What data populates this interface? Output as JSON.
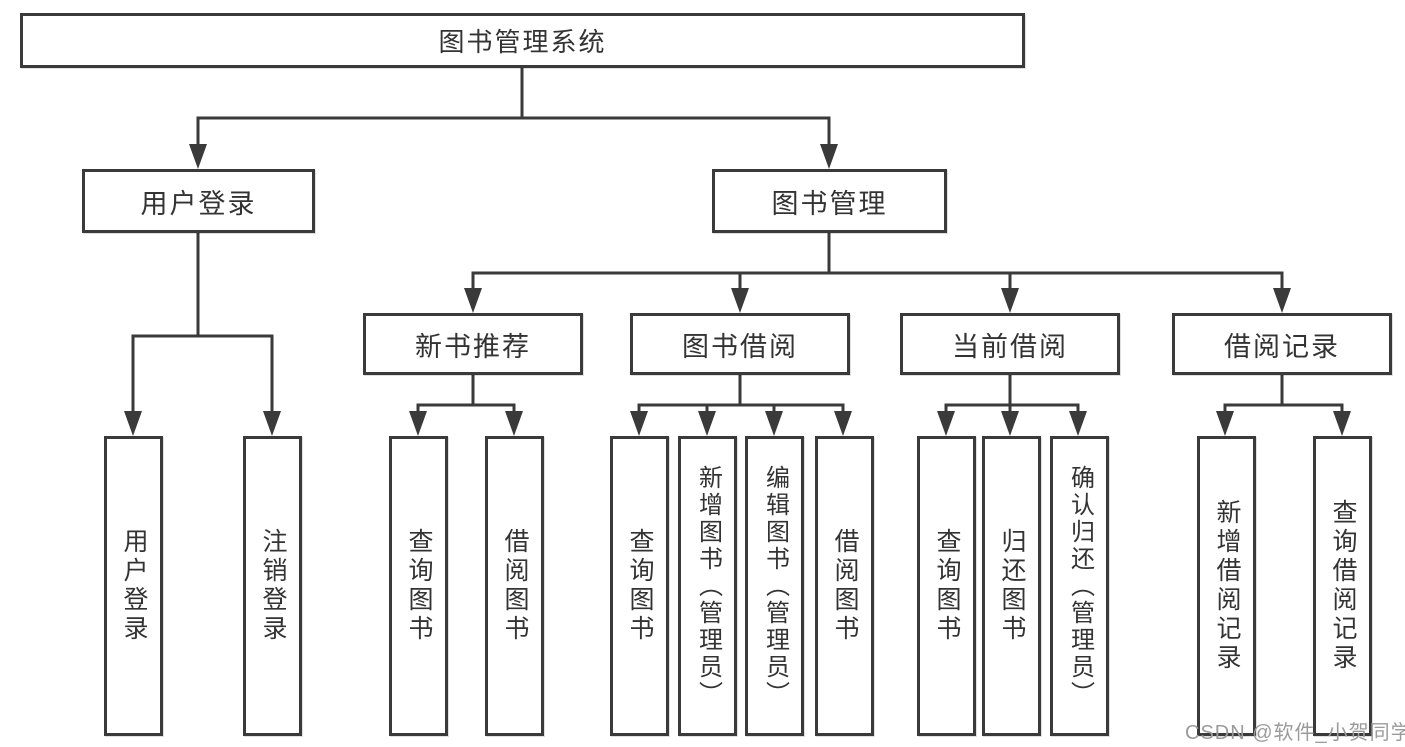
{
  "diagram": {
    "title": "图书管理系统",
    "nodes": {
      "root": "图书管理系统",
      "level2": [
        {
          "label": "用户登录",
          "children": [
            "用户登录",
            "注销登录"
          ]
        },
        {
          "label": "图书管理"
        }
      ],
      "level3": [
        {
          "label": "新书推荐",
          "children": [
            "查询图书",
            "借阅图书"
          ]
        },
        {
          "label": "图书借阅",
          "children": [
            "查询图书",
            "新增图书（管理员）",
            "编辑图书（管理员）",
            "借阅图书"
          ]
        },
        {
          "label": "当前借阅",
          "children": [
            "查询图书",
            "归还图书",
            "确认归还（管理员）"
          ]
        },
        {
          "label": "借阅记录",
          "children": [
            "新增借阅记录",
            "查询借阅记录"
          ]
        }
      ]
    },
    "watermark": "CSDN @软件_小贺同学",
    "colors": {
      "line": "#3a3a3a",
      "box_border": "#3a3a3a",
      "text": "#333333",
      "watermark": "#9b9b9b",
      "background": "#ffffff"
    }
  }
}
